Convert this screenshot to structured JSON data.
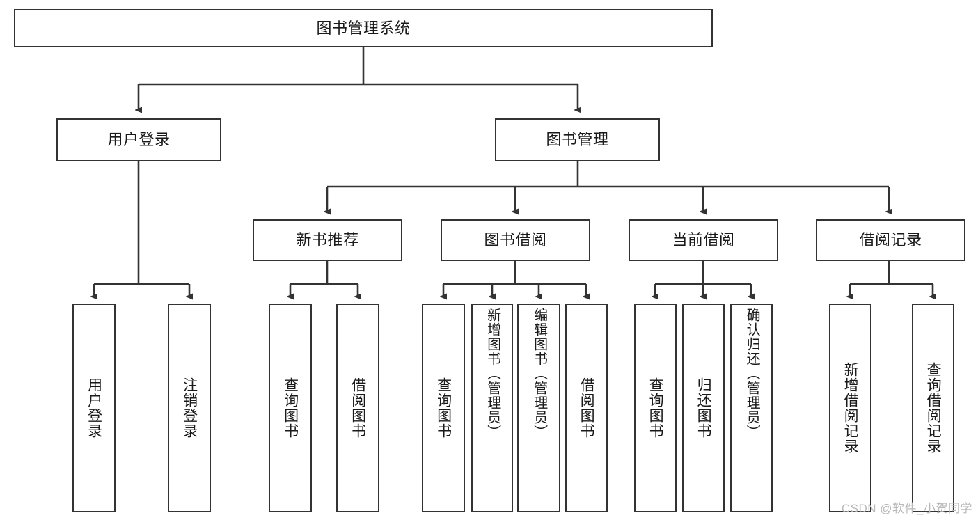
{
  "diagram": {
    "type": "tree-hierarchy",
    "title": "图书管理系统",
    "watermark": "CSDN @软件_小贺同学",
    "colors": {
      "box_border": "#333333",
      "box_fill": "#ffffff",
      "edge": "#333333",
      "text": "#1a1a1a",
      "watermark": "#b9b9b9"
    },
    "levels": {
      "root": {
        "label": "图书管理系统"
      },
      "level2": [
        {
          "id": "user-login",
          "label": "用户登录"
        },
        {
          "id": "book-management",
          "label": "图书管理"
        }
      ],
      "level3": [
        {
          "id": "new-book-recommend",
          "label": "新书推荐",
          "parent": "book-management"
        },
        {
          "id": "book-borrow",
          "label": "图书借阅",
          "parent": "book-management"
        },
        {
          "id": "current-borrow",
          "label": "当前借阅",
          "parent": "book-management"
        },
        {
          "id": "borrow-record",
          "label": "借阅记录",
          "parent": "book-management"
        }
      ],
      "leaves": [
        {
          "id": "leaf-user-login",
          "label": "用户登录",
          "parent": "user-login"
        },
        {
          "id": "leaf-logout-login",
          "label": "注销登录",
          "parent": "user-login"
        },
        {
          "id": "leaf-query-book-1",
          "label": "查询图书",
          "parent": "new-book-recommend"
        },
        {
          "id": "leaf-borrow-book-1",
          "label": "借阅图书",
          "parent": "new-book-recommend"
        },
        {
          "id": "leaf-query-book-2",
          "label": "查询图书",
          "parent": "book-borrow"
        },
        {
          "id": "leaf-add-book",
          "label": "新增图书（管理员）",
          "parent": "book-borrow"
        },
        {
          "id": "leaf-edit-book",
          "label": "编辑图书（管理员）",
          "parent": "book-borrow"
        },
        {
          "id": "leaf-borrow-book-2",
          "label": "借阅图书",
          "parent": "book-borrow"
        },
        {
          "id": "leaf-query-book-3",
          "label": "查询图书",
          "parent": "current-borrow"
        },
        {
          "id": "leaf-return-book",
          "label": "归还图书",
          "parent": "current-borrow"
        },
        {
          "id": "leaf-confirm-return",
          "label": "确认归还（管理员）",
          "parent": "current-borrow"
        },
        {
          "id": "leaf-add-record",
          "label": "新增借阅记录",
          "parent": "borrow-record"
        },
        {
          "id": "leaf-query-record",
          "label": "查询借阅记录",
          "parent": "borrow-record"
        }
      ]
    }
  }
}
